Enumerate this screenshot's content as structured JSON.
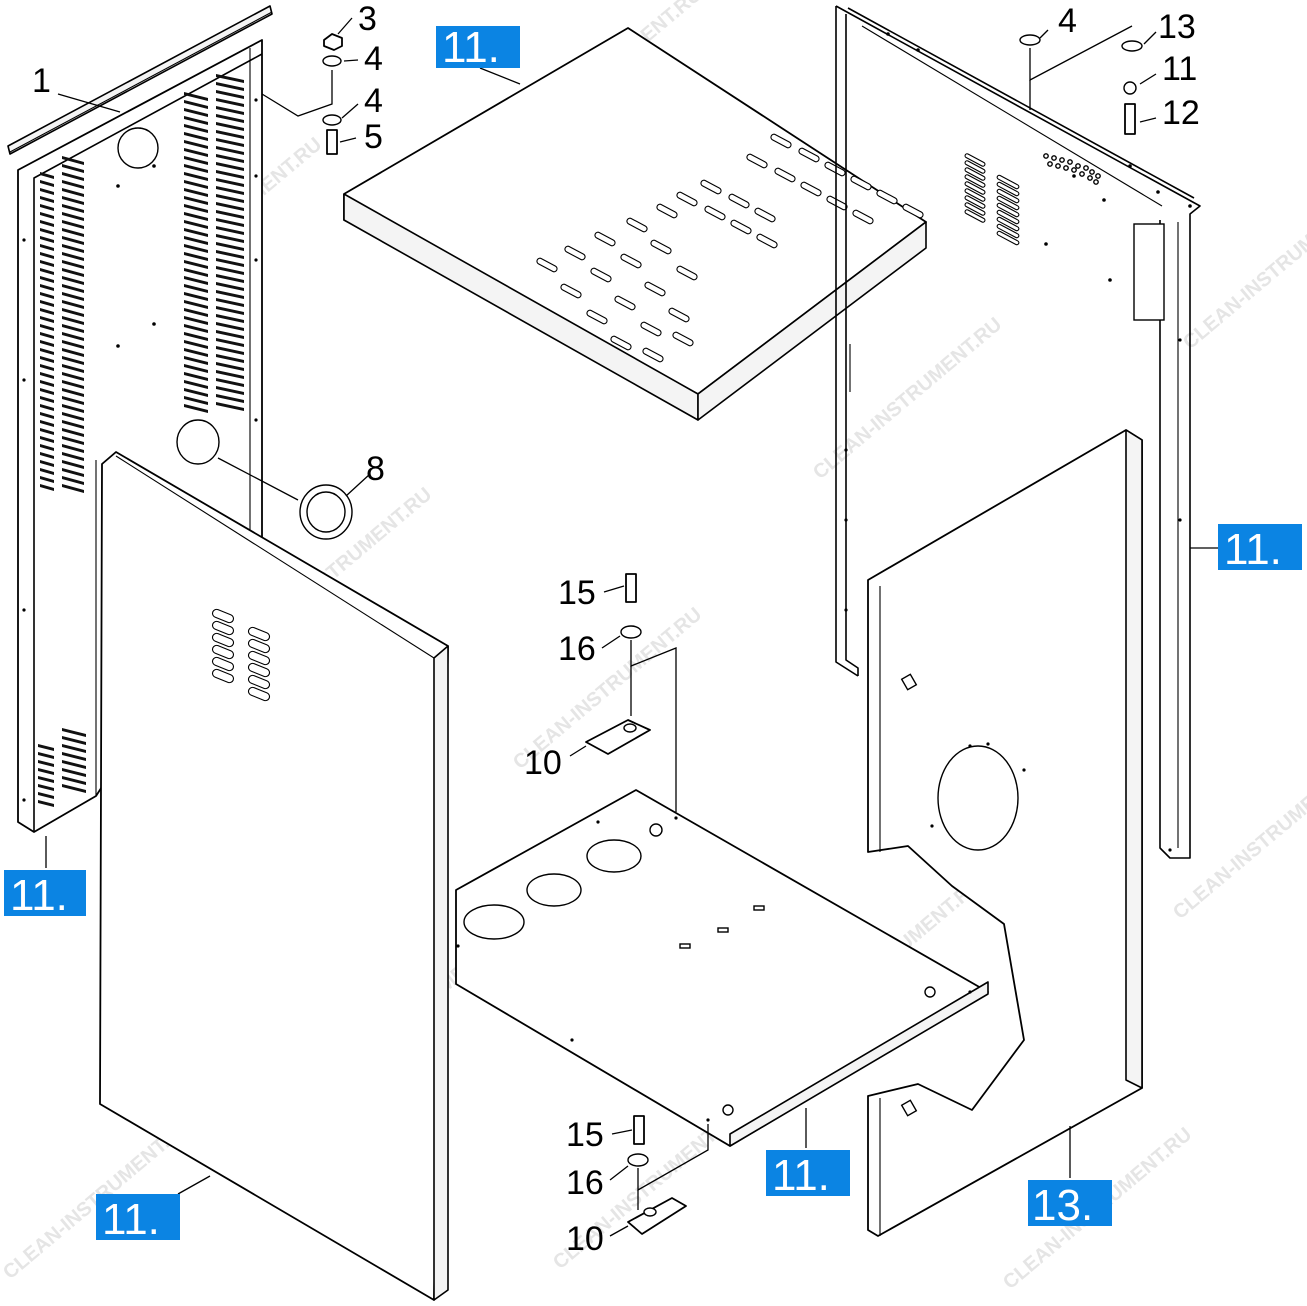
{
  "watermark": "CLEAN-INSTRUMENT.RU",
  "colors": {
    "accent": "#0b84e3",
    "line": "#000000",
    "watermark": "#d0d0d0"
  },
  "callouts": {
    "c1": "1",
    "c3": "3",
    "c4a": "4",
    "c4b": "4",
    "c5": "5",
    "c8": "8",
    "c4c": "4",
    "c13": "13",
    "c11": "11",
    "c12": "12",
    "c15a": "15",
    "c16a": "16",
    "c10a": "10",
    "c15b": "15",
    "c16b": "16",
    "c10b": "10"
  },
  "assemblies": {
    "top_panel": "11.",
    "right_frame": "11.",
    "left_frame": "11.",
    "base_plate": "11.",
    "front_panel": "11.",
    "side_panel": "13."
  }
}
